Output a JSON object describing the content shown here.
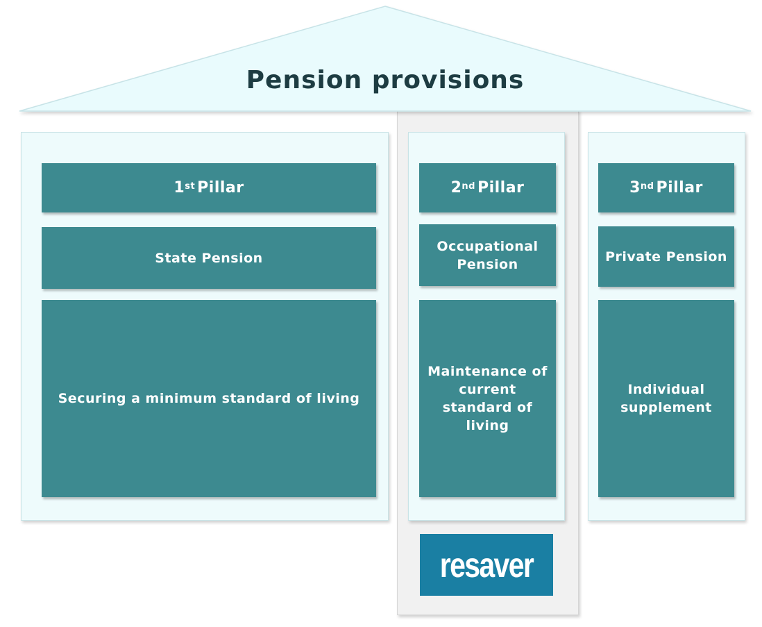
{
  "title": "Pension provisions",
  "pillars": [
    {
      "ordinal": "1",
      "suffix": "st",
      "label": "Pillar",
      "name": "State Pension",
      "description": "Securing a minimum standard of living"
    },
    {
      "ordinal": "2",
      "suffix": "nd",
      "label": "Pillar",
      "name": "Occupational Pension",
      "description": "Maintenance of current standard of living"
    },
    {
      "ordinal": "3",
      "suffix": "nd",
      "label": "Pillar",
      "name": "Private Pension",
      "description": "Individual supplement"
    }
  ],
  "logo": {
    "text": "resaver",
    "color": "#1a7fa3"
  },
  "colors": {
    "teal_box": "#3d8a90",
    "panel": "#eefbfc",
    "roof": "#e9fbfd",
    "title": "#1d3c42",
    "highlight": "#f1f1f1"
  }
}
